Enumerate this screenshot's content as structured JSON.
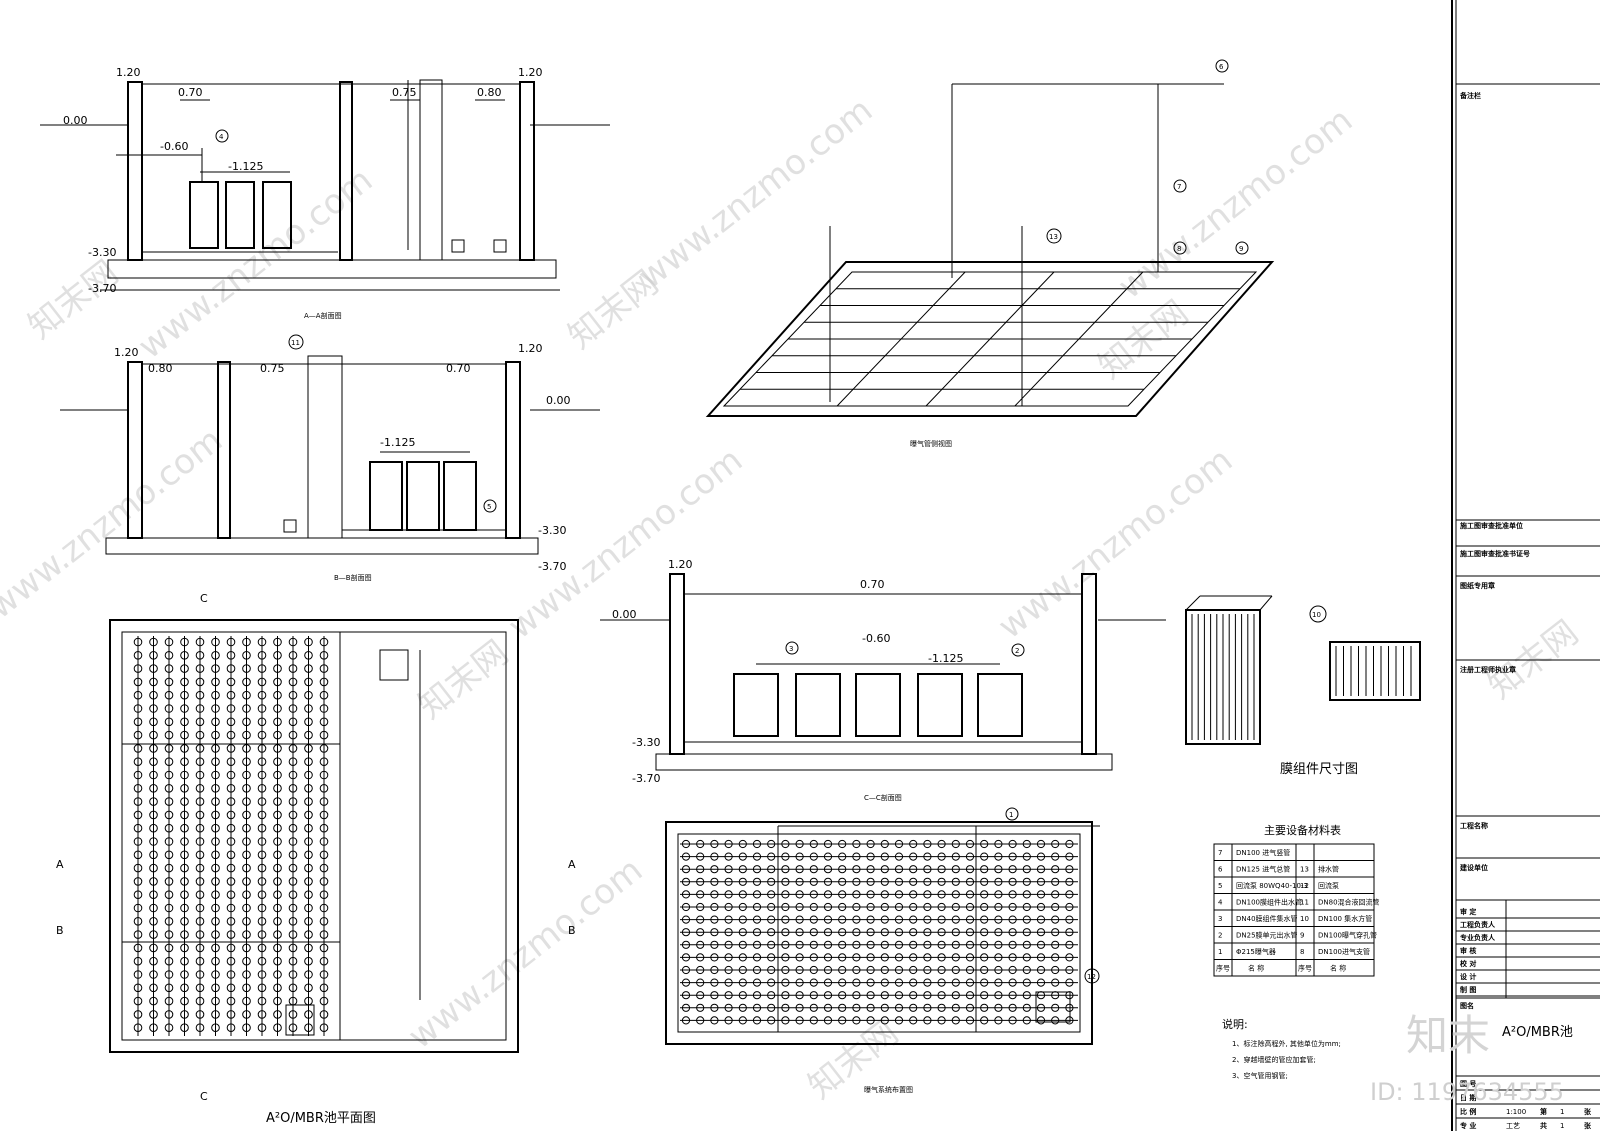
{
  "sections": {
    "aa": {
      "caption": "A—A剖面图",
      "levels": [
        "1.20",
        "0.70",
        "0.75",
        "0.80",
        "1.20",
        "0.00",
        "-0.60",
        "-1.125",
        "-3.30",
        "-3.70"
      ],
      "callouts": [
        "4"
      ]
    },
    "bb": {
      "caption": "B—B剖面图",
      "levels": [
        "1.20",
        "0.80",
        "0.75",
        "0.70",
        "1.20",
        "0.00",
        "-1.125",
        "-3.30",
        "-3.70"
      ],
      "callouts": [
        "11",
        "5"
      ]
    },
    "cc": {
      "caption": "C—C剖面图",
      "levels": [
        "1.20",
        "0.70",
        "0.00",
        "-0.60",
        "-1.125",
        "-3.30",
        "-3.70"
      ],
      "callouts": [
        "3",
        "2"
      ]
    }
  },
  "axon": {
    "caption": "曝气管侧视图",
    "callouts": [
      "6",
      "7",
      "8",
      "9",
      "13"
    ]
  },
  "plan": {
    "caption": "A²O/MBR池平面图",
    "cut_labels": [
      "C",
      "A",
      "B",
      "A",
      "B",
      "C"
    ]
  },
  "aeration": {
    "caption": "曝气系统布置图",
    "callouts": [
      "1",
      "12"
    ]
  },
  "membrane": {
    "caption": "膜组件尺寸图",
    "callouts": [
      "10"
    ]
  },
  "material_table": {
    "title": "主要设备材料表",
    "rows": [
      [
        "7",
        "DN100 进气竖管",
        "",
        "",
        ""
      ],
      [
        "6",
        "DN125 进气总管",
        "13",
        "排水管",
        ""
      ],
      [
        "5",
        "回流泵 80WQ40-10-3",
        "12",
        "回流泵",
        ""
      ],
      [
        "4",
        "DN100膜组件出水管",
        "11",
        "DN80混合液回流管",
        ""
      ],
      [
        "3",
        "DN40膜组件集水管",
        "10",
        "DN100 集水方管",
        ""
      ],
      [
        "2",
        "DN25膜单元出水管",
        "9",
        "DN100曝气穿孔管",
        ""
      ],
      [
        "1",
        "Φ215曝气器",
        "8",
        "DN100进气支管",
        ""
      ]
    ],
    "footer": [
      "序号",
      "名 称",
      "序号",
      "名 称"
    ]
  },
  "notes": {
    "title": "说明:",
    "items": [
      "1、标注除高程外, 其他单位为mm;",
      "2、穿越墙壁的管应加套管;",
      "3、空气管用钢管;"
    ]
  },
  "title_block": {
    "remarks": "备注栏",
    "approval_unit": "施工图审查批准单位",
    "approval_cert": "施工图审查批准书证号",
    "drawing_seal": "图纸专用章",
    "engineer_seal": "注册工程师执业章",
    "project_name": "工程名称",
    "client": "建设单位",
    "roles": [
      "审 定",
      "工程负责人",
      "专业负责人",
      "审 核",
      "校 对",
      "设 计",
      "制 图"
    ],
    "drawing_label": "图名",
    "drawing_name": "A²O/MBR池",
    "scale_label": "比 例",
    "scale": "1:100",
    "sheet_label": "第",
    "sheet_no": "1",
    "sheet_unit": "张",
    "discipline_label": "专 业",
    "discipline": "工艺",
    "total_label": "共",
    "total": "1",
    "total_unit": "张",
    "chart_no_label": "图 号",
    "date_label": "日 期"
  },
  "watermark": {
    "site": "www.znzmo.com",
    "brand": "知末网",
    "logo": "知末",
    "id": "ID: 1197634555"
  }
}
